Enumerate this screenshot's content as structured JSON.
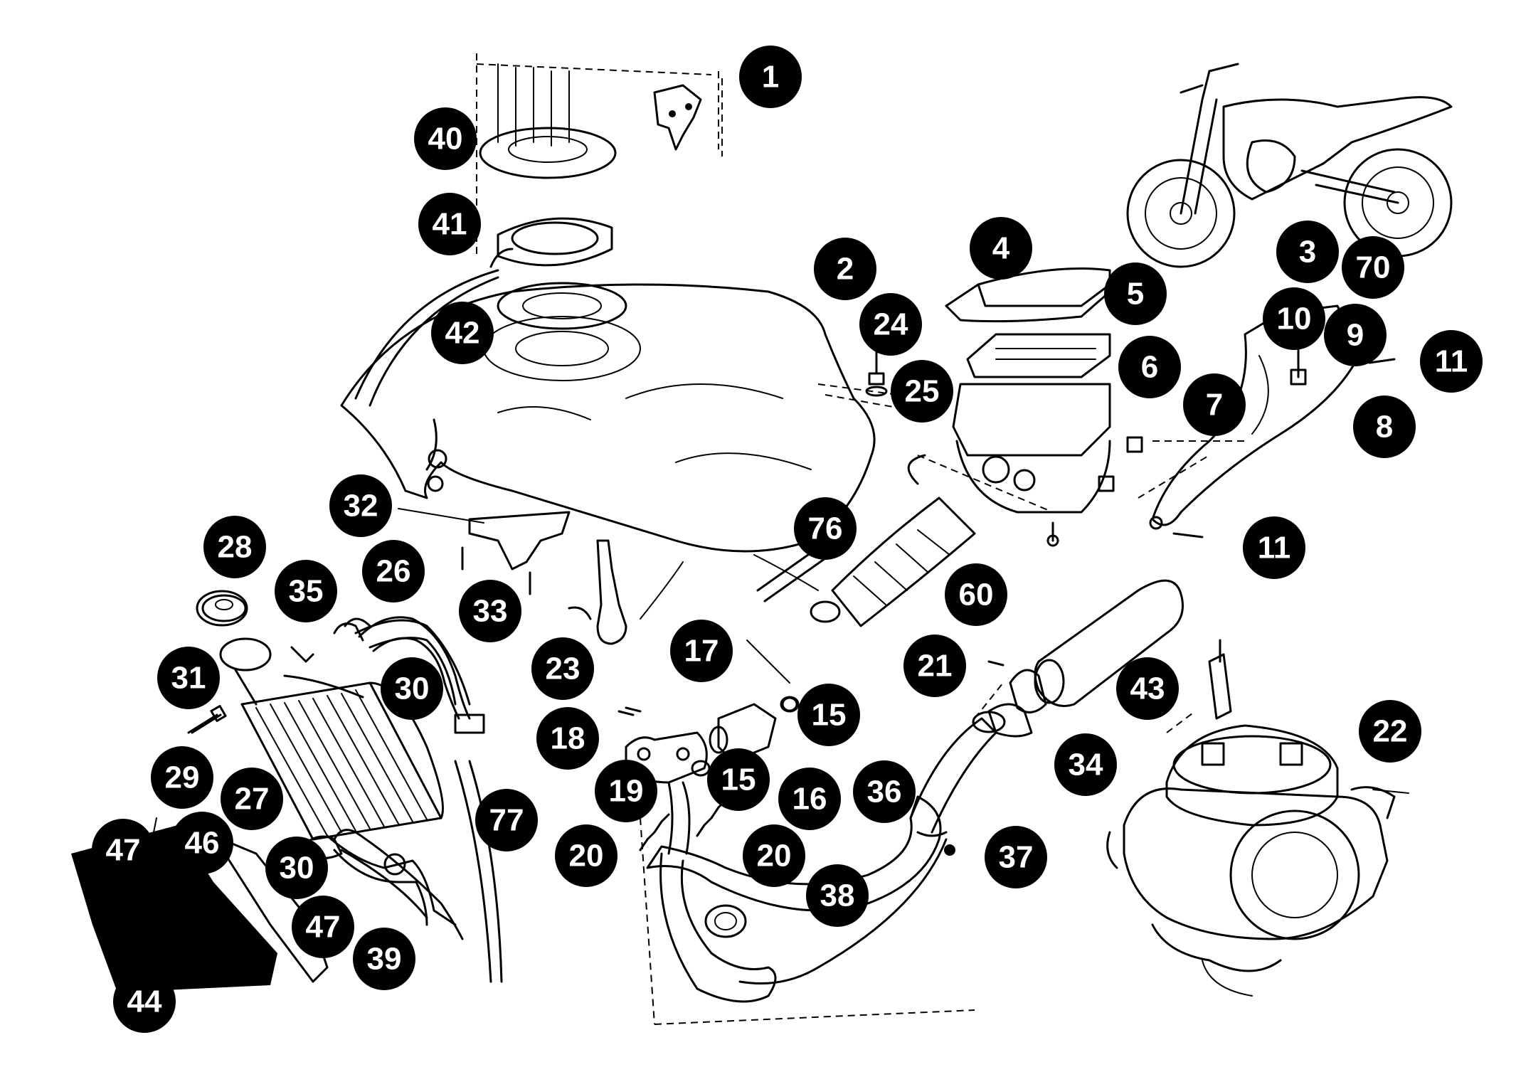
{
  "colors": {
    "ink": "#000000",
    "paper": "#ffffff",
    "label_text": "#ffffff"
  },
  "diagram": {
    "type": "exploded-parts-diagram",
    "callouts": [
      {
        "id": "c1",
        "text": "1"
      },
      {
        "id": "c40",
        "text": "40"
      },
      {
        "id": "c41",
        "text": "41"
      },
      {
        "id": "c42",
        "text": "42"
      },
      {
        "id": "c2",
        "text": "2"
      },
      {
        "id": "c24",
        "text": "24"
      },
      {
        "id": "c25",
        "text": "25"
      },
      {
        "id": "c4",
        "text": "4"
      },
      {
        "id": "c5",
        "text": "5"
      },
      {
        "id": "c6",
        "text": "6"
      },
      {
        "id": "c7",
        "text": "7"
      },
      {
        "id": "c3",
        "text": "3"
      },
      {
        "id": "c70",
        "text": "70"
      },
      {
        "id": "c10",
        "text": "10"
      },
      {
        "id": "c9",
        "text": "9"
      },
      {
        "id": "c11a",
        "text": "11"
      },
      {
        "id": "c8",
        "text": "8"
      },
      {
        "id": "c11b",
        "text": "11"
      },
      {
        "id": "c32",
        "text": "32"
      },
      {
        "id": "c28",
        "text": "28"
      },
      {
        "id": "c35",
        "text": "35"
      },
      {
        "id": "c26",
        "text": "26"
      },
      {
        "id": "c33",
        "text": "33"
      },
      {
        "id": "c76",
        "text": "76"
      },
      {
        "id": "c60",
        "text": "60"
      },
      {
        "id": "c31",
        "text": "31"
      },
      {
        "id": "c30a",
        "text": "30"
      },
      {
        "id": "c23",
        "text": "23"
      },
      {
        "id": "c17",
        "text": "17"
      },
      {
        "id": "c21",
        "text": "21"
      },
      {
        "id": "c43",
        "text": "43"
      },
      {
        "id": "c15a",
        "text": "15"
      },
      {
        "id": "c18",
        "text": "18"
      },
      {
        "id": "c22",
        "text": "22"
      },
      {
        "id": "c29",
        "text": "29"
      },
      {
        "id": "c34",
        "text": "34"
      },
      {
        "id": "c27",
        "text": "27"
      },
      {
        "id": "c19",
        "text": "19"
      },
      {
        "id": "c15b",
        "text": "15"
      },
      {
        "id": "c16",
        "text": "16"
      },
      {
        "id": "c36",
        "text": "36"
      },
      {
        "id": "c77",
        "text": "77"
      },
      {
        "id": "c47a",
        "text": "47"
      },
      {
        "id": "c46",
        "text": "46"
      },
      {
        "id": "c20a",
        "text": "20"
      },
      {
        "id": "c20b",
        "text": "20"
      },
      {
        "id": "c37",
        "text": "37"
      },
      {
        "id": "c30b",
        "text": "30"
      },
      {
        "id": "c38",
        "text": "38"
      },
      {
        "id": "c47b",
        "text": "47"
      },
      {
        "id": "c39",
        "text": "39"
      },
      {
        "id": "c44",
        "text": "44"
      }
    ]
  }
}
